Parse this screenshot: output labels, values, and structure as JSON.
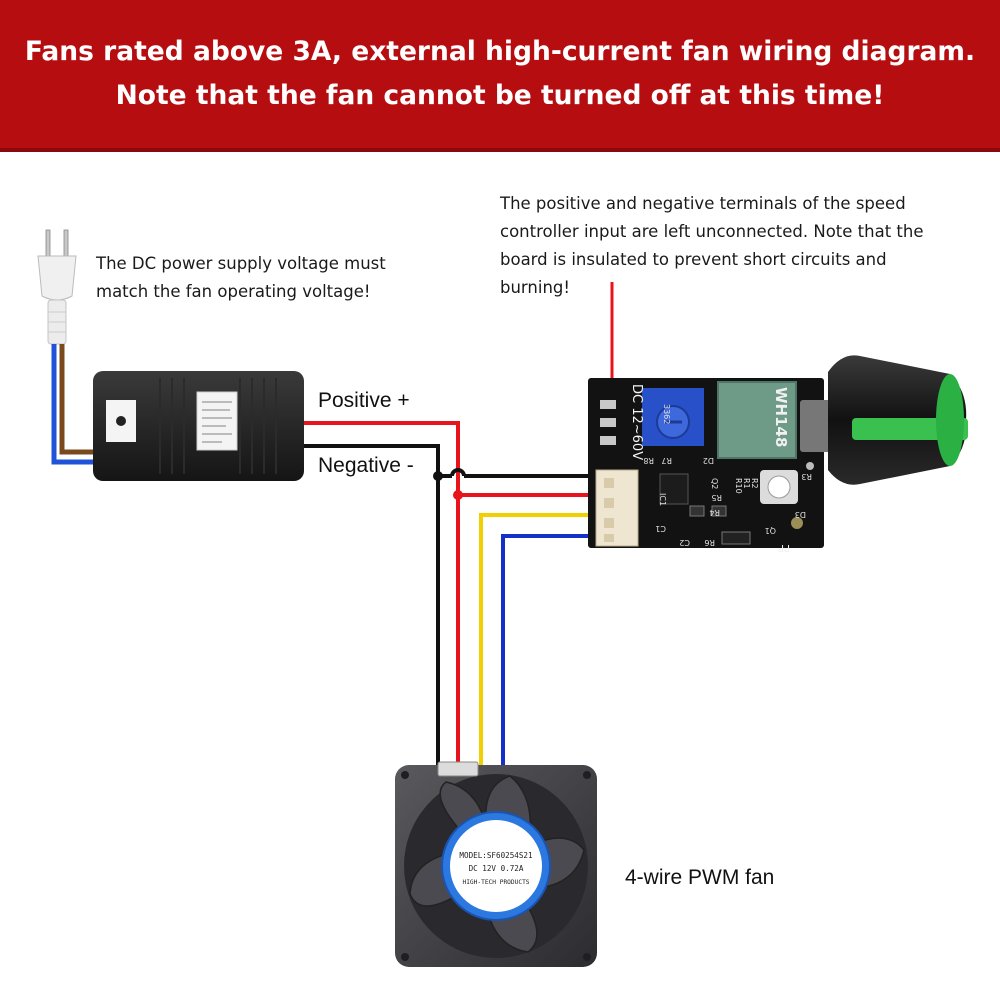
{
  "header": {
    "title": "Fans rated above 3A, external high-current fan wiring diagram. Note that the fan cannot be turned off at this time!",
    "background_color": "#b50d10"
  },
  "notes": {
    "power_supply": "The DC power supply voltage must match the fan operating voltage!",
    "controller": "The positive and negative terminals of the speed controller input are left unconnected. Note that the board is insulated to prevent short circuits and burning!"
  },
  "wire_labels": {
    "positive": "Positive +",
    "negative": "Negative -"
  },
  "fan": {
    "caption": "4-wire PWM fan",
    "sticker_line1": "MODEL:SF60254S21",
    "sticker_line2": "DC 12V 0.72A",
    "sticker_line3": "HIGH-TECH PRODUCTS"
  },
  "board": {
    "input_label": "DC 12~60V",
    "pot_code": "3362",
    "knob_pot_code": "WH148",
    "pwm_label": "PF",
    "components": [
      "R8",
      "R7",
      "R5",
      "R4",
      "C1",
      "C2",
      "IC1",
      "D2",
      "Q1",
      "Q2",
      "R1",
      "R2",
      "R3",
      "R6",
      "R10",
      "D3"
    ]
  },
  "wire_colors": {
    "positive": "#e8141b",
    "negative": "#111111",
    "pwm": "#f2cf00",
    "tach": "#1430c8",
    "mains_live": "#7a4a1c",
    "mains_neutral": "#1f54d8"
  }
}
